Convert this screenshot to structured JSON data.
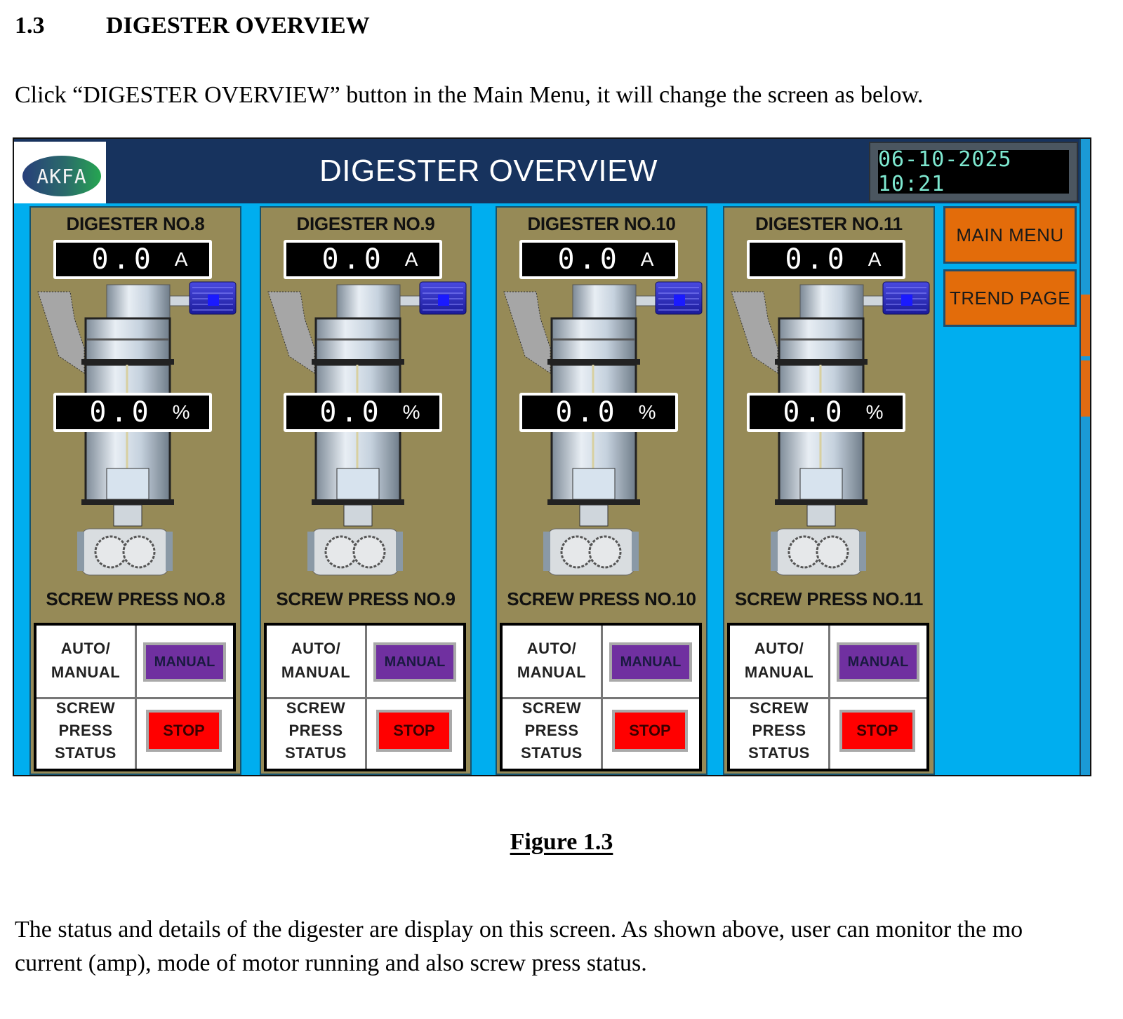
{
  "document": {
    "section_number": "1.3",
    "section_title": "DIGESTER OVERVIEW",
    "intro": "Click “DIGESTER OVERVIEW” button in the Main Menu, it will change the screen as below.",
    "figure_caption": "Figure 1.3",
    "body_line1": "The status and details of the digester are display on this screen. As shown above, user can monitor the mo",
    "body_line2": "current (amp), mode of motor running and also screw press status."
  },
  "hmi": {
    "logo_text": "AKFA",
    "title": "DIGESTER OVERVIEW",
    "datetime": "06-10-2025  10:21",
    "nav": {
      "main_menu": "MAIN MENU",
      "trend_page": "TREND PAGE"
    },
    "labels": {
      "auto_manual_1": "AUTO/",
      "auto_manual_2": "MANUAL",
      "status_1": "SCREW",
      "status_2": "PRESS",
      "status_3": "STATUS"
    },
    "colors": {
      "header": "#17335e",
      "panel": "#968a57",
      "background": "#00aeef",
      "nav_button": "#e36c0a",
      "manual_button": "#7030a0",
      "stop_button": "#ff0000",
      "clock_text": "#7ee8d0"
    },
    "digesters": [
      {
        "title": "DIGESTER NO.8",
        "current": "0.0",
        "current_unit": "A",
        "level": "0.0",
        "level_unit": "%",
        "screw_press": "SCREW PRESS NO.8",
        "mode": "MANUAL",
        "status": "STOP"
      },
      {
        "title": "DIGESTER NO.9",
        "current": "0.0",
        "current_unit": "A",
        "level": "0.0",
        "level_unit": "%",
        "screw_press": "SCREW PRESS NO.9",
        "mode": "MANUAL",
        "status": "STOP"
      },
      {
        "title": "DIGESTER NO.10",
        "current": "0.0",
        "current_unit": "A",
        "level": "0.0",
        "level_unit": "%",
        "screw_press": "SCREW PRESS NO.10",
        "mode": "MANUAL",
        "status": "STOP"
      },
      {
        "title": "DIGESTER NO.11",
        "current": "0.0",
        "current_unit": "A",
        "level": "0.0",
        "level_unit": "%",
        "screw_press": "SCREW PRESS NO.11",
        "mode": "MANUAL",
        "status": "STOP"
      }
    ]
  }
}
